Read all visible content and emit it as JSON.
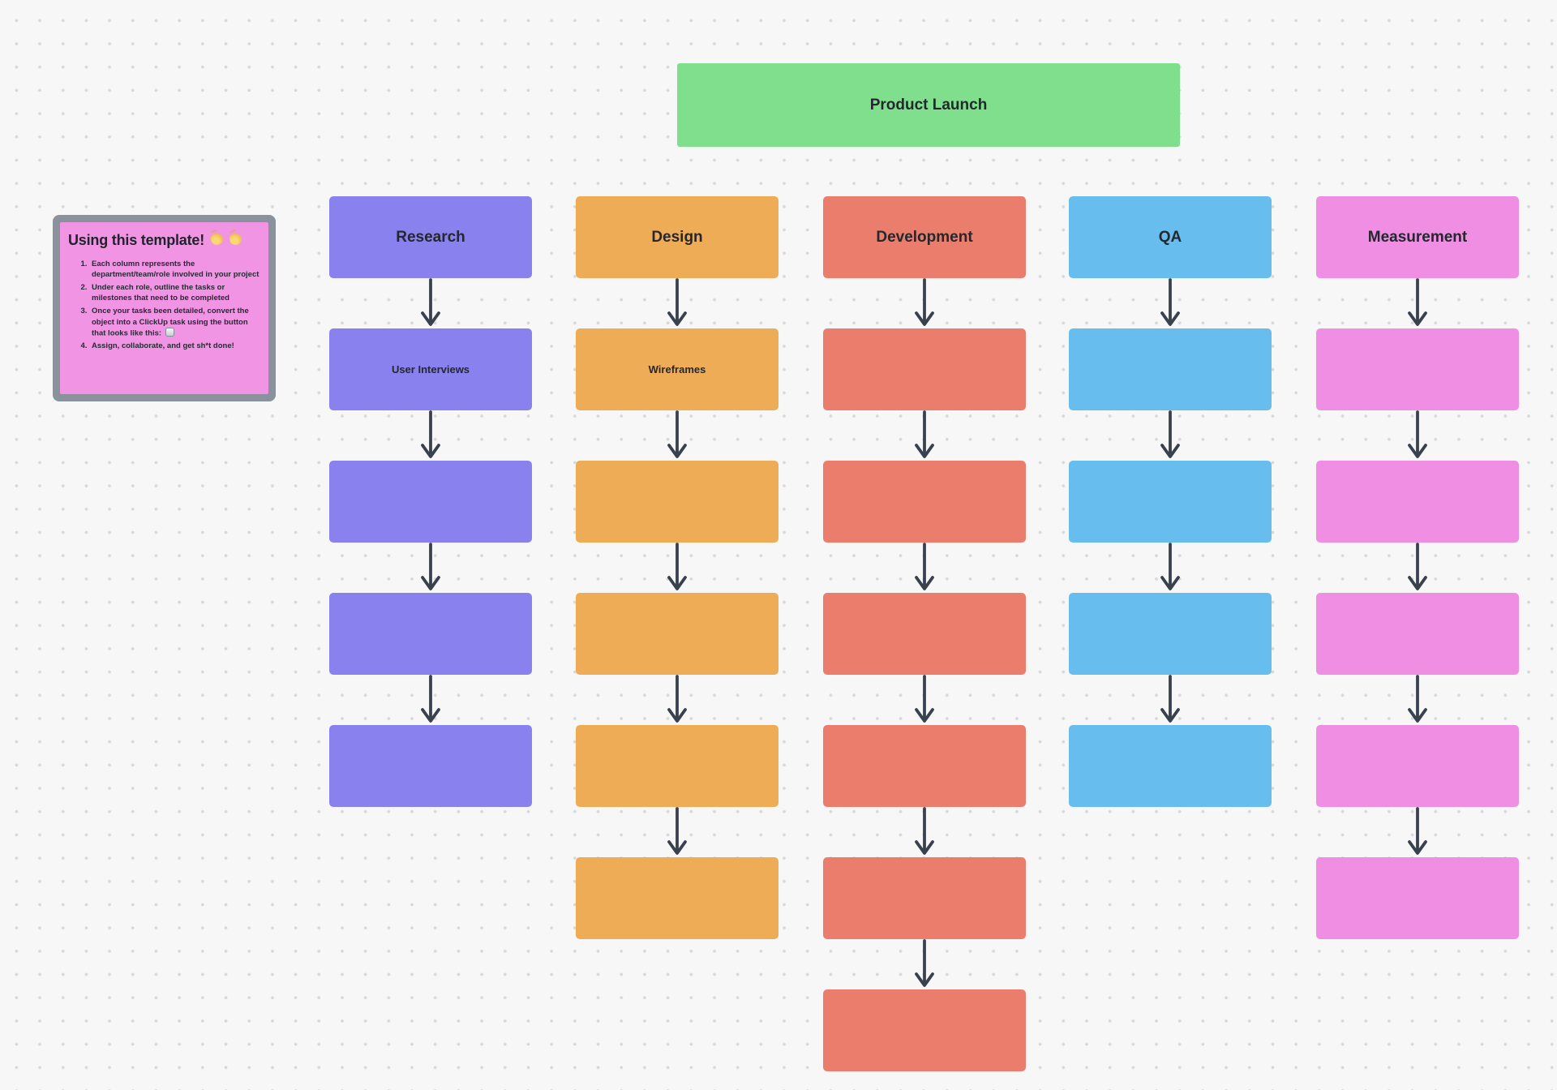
{
  "canvas": {
    "background_color": "#f7f7f8",
    "dot_grid_color": "#d8d8da",
    "arrow_color": "#3a414e",
    "node_text_color": "#24282e"
  },
  "root_node": {
    "label": "Product Launch",
    "color": "#80df8c"
  },
  "note": {
    "title": "Using this template!",
    "title_emoji": "👏👏",
    "fill_color": "#f094e3",
    "frame_color": "#8a929e",
    "items": [
      "Each column represents the department/team/role involved in your project",
      "Under each role, outline the tasks or milestones that need to be completed",
      "Once your tasks been detailed, convert the object into a ClickUp task using the button that looks like this:",
      "Assign, collaborate, and get sh*t done!"
    ]
  },
  "columns": [
    {
      "name": "Research",
      "color": "#8981ee",
      "boxes": [
        "Research",
        "User Interviews",
        "",
        "",
        ""
      ]
    },
    {
      "name": "Design",
      "color": "#efac57",
      "boxes": [
        "Design",
        "Wireframes",
        "",
        "",
        "",
        ""
      ]
    },
    {
      "name": "Development",
      "color": "#eb7d6c",
      "boxes": [
        "Development",
        "",
        "",
        "",
        "",
        "",
        ""
      ]
    },
    {
      "name": "QA",
      "color": "#66bdee",
      "boxes": [
        "QA",
        "",
        "",
        "",
        ""
      ]
    },
    {
      "name": "Measurement",
      "color": "#ef8ee2",
      "boxes": [
        "Measurement",
        "",
        "",
        "",
        "",
        ""
      ]
    }
  ]
}
